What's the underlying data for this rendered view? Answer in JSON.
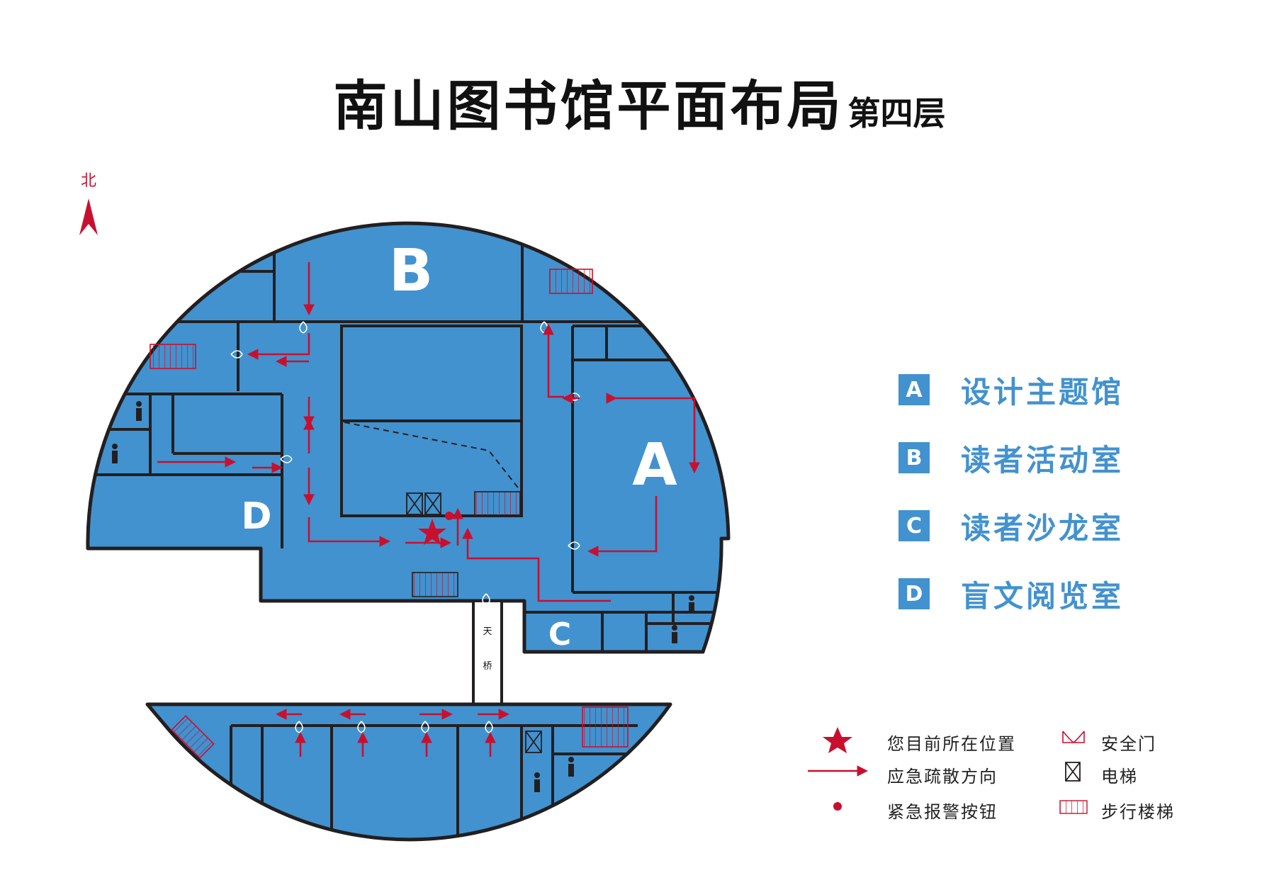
{
  "title": {
    "main": "南山图书馆平面布局",
    "sub": "第四层"
  },
  "compass": {
    "label": "北"
  },
  "colors": {
    "floor": "#4292cf",
    "wall": "#231f20",
    "accent": "#c8102e",
    "background": "#ffffff"
  },
  "zones": [
    {
      "letter": "A",
      "name": "设计主题馆"
    },
    {
      "letter": "B",
      "name": "读者活动室"
    },
    {
      "letter": "C",
      "name": "读者沙龙室"
    },
    {
      "letter": "D",
      "name": "盲文阅览室"
    }
  ],
  "bridge": {
    "label_top": "天",
    "label_bottom": "桥"
  },
  "legend": {
    "you_are_here": "您目前所在位置",
    "evacuation": "应急疏散方向",
    "alarm_button": "紧急报警按钮",
    "safety_door": "安全门",
    "elevator": "电梯",
    "stairs": "步行楼梯"
  }
}
